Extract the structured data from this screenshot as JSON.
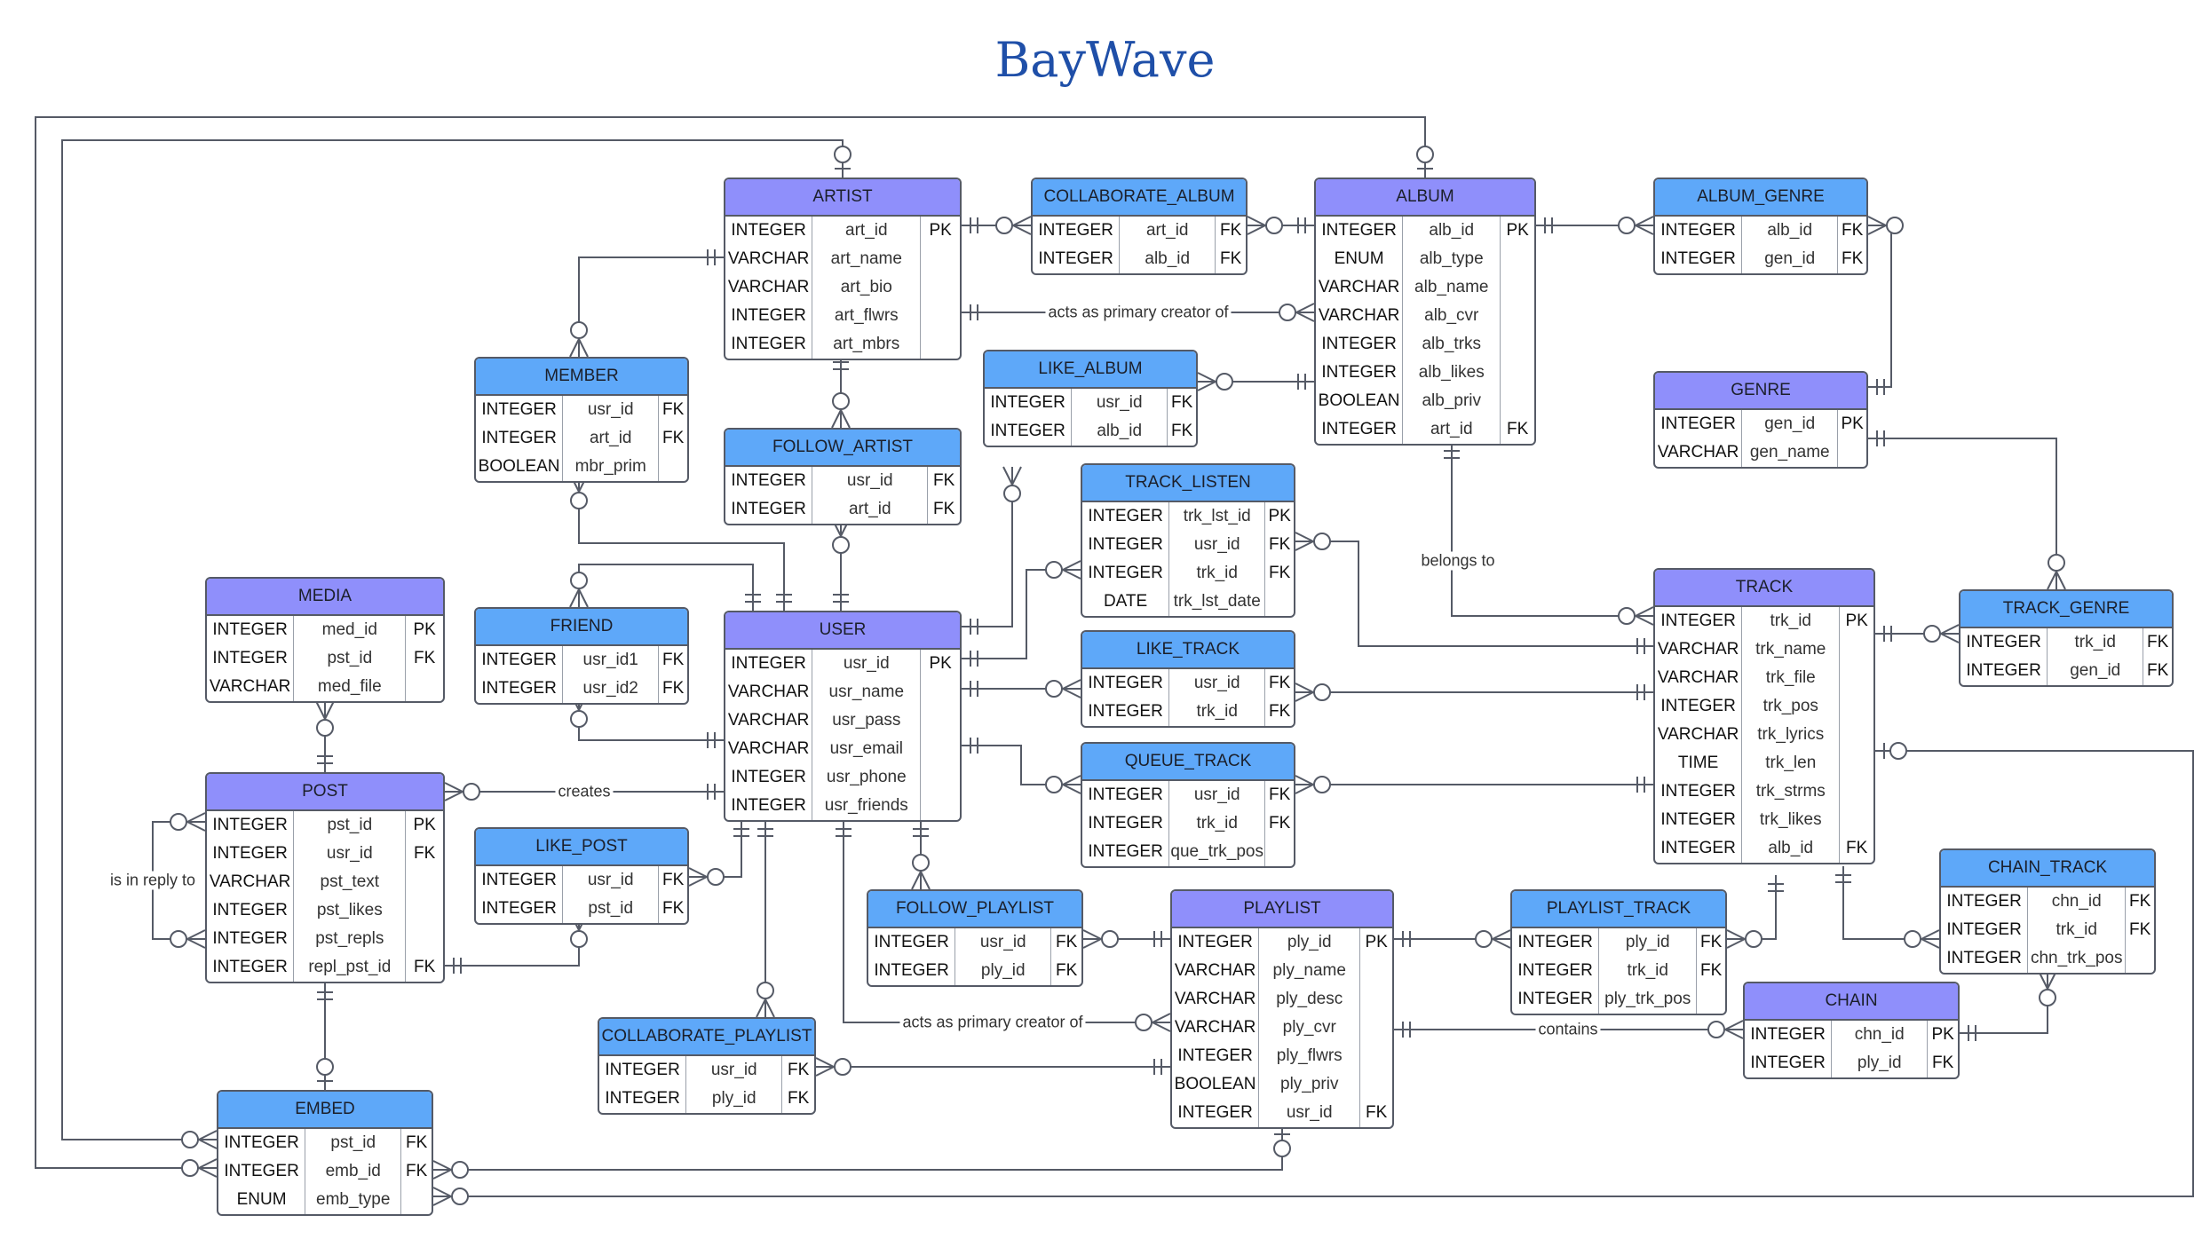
{
  "title": "BayWave",
  "colors": {
    "primary_header": "#8f8ffb",
    "association_header": "#5ea8f9",
    "title": "#1f4fa8",
    "line": "#555a66"
  },
  "entities": {
    "artist": {
      "name": "ARTIST",
      "rows": [
        {
          "type": "INTEGER",
          "name": "art_id",
          "key": "PK"
        },
        {
          "type": "VARCHAR",
          "name": "art_name",
          "key": ""
        },
        {
          "type": "VARCHAR",
          "name": "art_bio",
          "key": ""
        },
        {
          "type": "INTEGER",
          "name": "art_flwrs",
          "key": ""
        },
        {
          "type": "INTEGER",
          "name": "art_mbrs",
          "key": ""
        }
      ]
    },
    "collaborate_album": {
      "name": "COLLABORATE_ALBUM",
      "rows": [
        {
          "type": "INTEGER",
          "name": "art_id",
          "key": "FK"
        },
        {
          "type": "INTEGER",
          "name": "alb_id",
          "key": "FK"
        }
      ]
    },
    "album": {
      "name": "ALBUM",
      "rows": [
        {
          "type": "INTEGER",
          "name": "alb_id",
          "key": "PK"
        },
        {
          "type": "ENUM",
          "name": "alb_type",
          "key": ""
        },
        {
          "type": "VARCHAR",
          "name": "alb_name",
          "key": ""
        },
        {
          "type": "VARCHAR",
          "name": "alb_cvr",
          "key": ""
        },
        {
          "type": "INTEGER",
          "name": "alb_trks",
          "key": ""
        },
        {
          "type": "INTEGER",
          "name": "alb_likes",
          "key": ""
        },
        {
          "type": "BOOLEAN",
          "name": "alb_priv",
          "key": ""
        },
        {
          "type": "INTEGER",
          "name": "art_id",
          "key": "FK"
        }
      ]
    },
    "album_genre": {
      "name": "ALBUM_GENRE",
      "rows": [
        {
          "type": "INTEGER",
          "name": "alb_id",
          "key": "FK"
        },
        {
          "type": "INTEGER",
          "name": "gen_id",
          "key": "FK"
        }
      ]
    },
    "genre": {
      "name": "GENRE",
      "rows": [
        {
          "type": "INTEGER",
          "name": "gen_id",
          "key": "PK"
        },
        {
          "type": "VARCHAR",
          "name": "gen_name",
          "key": ""
        }
      ]
    },
    "member": {
      "name": "MEMBER",
      "rows": [
        {
          "type": "INTEGER",
          "name": "usr_id",
          "key": "FK"
        },
        {
          "type": "INTEGER",
          "name": "art_id",
          "key": "FK"
        },
        {
          "type": "BOOLEAN",
          "name": "mbr_prim",
          "key": ""
        }
      ]
    },
    "like_album": {
      "name": "LIKE_ALBUM",
      "rows": [
        {
          "type": "INTEGER",
          "name": "usr_id",
          "key": "FK"
        },
        {
          "type": "INTEGER",
          "name": "alb_id",
          "key": "FK"
        }
      ]
    },
    "follow_artist": {
      "name": "FOLLOW_ARTIST",
      "rows": [
        {
          "type": "INTEGER",
          "name": "usr_id",
          "key": "FK"
        },
        {
          "type": "INTEGER",
          "name": "art_id",
          "key": "FK"
        }
      ]
    },
    "track_listen": {
      "name": "TRACK_LISTEN",
      "rows": [
        {
          "type": "INTEGER",
          "name": "trk_lst_id",
          "key": "PK"
        },
        {
          "type": "INTEGER",
          "name": "usr_id",
          "key": "FK"
        },
        {
          "type": "INTEGER",
          "name": "trk_id",
          "key": "FK"
        },
        {
          "type": "DATE",
          "name": "trk_lst_date",
          "key": ""
        }
      ]
    },
    "track": {
      "name": "TRACK",
      "rows": [
        {
          "type": "INTEGER",
          "name": "trk_id",
          "key": "PK"
        },
        {
          "type": "VARCHAR",
          "name": "trk_name",
          "key": ""
        },
        {
          "type": "VARCHAR",
          "name": "trk_file",
          "key": ""
        },
        {
          "type": "INTEGER",
          "name": "trk_pos",
          "key": ""
        },
        {
          "type": "VARCHAR",
          "name": "trk_lyrics",
          "key": ""
        },
        {
          "type": "TIME",
          "name": "trk_len",
          "key": ""
        },
        {
          "type": "INTEGER",
          "name": "trk_strms",
          "key": ""
        },
        {
          "type": "INTEGER",
          "name": "trk_likes",
          "key": ""
        },
        {
          "type": "INTEGER",
          "name": "alb_id",
          "key": "FK"
        }
      ]
    },
    "track_genre": {
      "name": "TRACK_GENRE",
      "rows": [
        {
          "type": "INTEGER",
          "name": "trk_id",
          "key": "FK"
        },
        {
          "type": "INTEGER",
          "name": "gen_id",
          "key": "FK"
        }
      ]
    },
    "media": {
      "name": "MEDIA",
      "rows": [
        {
          "type": "INTEGER",
          "name": "med_id",
          "key": "PK"
        },
        {
          "type": "INTEGER",
          "name": "pst_id",
          "key": "FK"
        },
        {
          "type": "VARCHAR",
          "name": "med_file",
          "key": ""
        }
      ]
    },
    "friend": {
      "name": "FRIEND",
      "rows": [
        {
          "type": "INTEGER",
          "name": "usr_id1",
          "key": "FK"
        },
        {
          "type": "INTEGER",
          "name": "usr_id2",
          "key": "FK"
        }
      ]
    },
    "user": {
      "name": "USER",
      "rows": [
        {
          "type": "INTEGER",
          "name": "usr_id",
          "key": "PK"
        },
        {
          "type": "VARCHAR",
          "name": "usr_name",
          "key": ""
        },
        {
          "type": "VARCHAR",
          "name": "usr_pass",
          "key": ""
        },
        {
          "type": "VARCHAR",
          "name": "usr_email",
          "key": ""
        },
        {
          "type": "INTEGER",
          "name": "usr_phone",
          "key": ""
        },
        {
          "type": "INTEGER",
          "name": "usr_friends",
          "key": ""
        }
      ]
    },
    "like_track": {
      "name": "LIKE_TRACK",
      "rows": [
        {
          "type": "INTEGER",
          "name": "usr_id",
          "key": "FK"
        },
        {
          "type": "INTEGER",
          "name": "trk_id",
          "key": "FK"
        }
      ]
    },
    "queue_track": {
      "name": "QUEUE_TRACK",
      "rows": [
        {
          "type": "INTEGER",
          "name": "usr_id",
          "key": "FK"
        },
        {
          "type": "INTEGER",
          "name": "trk_id",
          "key": "FK"
        },
        {
          "type": "INTEGER",
          "name": "que_trk_pos",
          "key": ""
        }
      ]
    },
    "post": {
      "name": "POST",
      "rows": [
        {
          "type": "INTEGER",
          "name": "pst_id",
          "key": "PK"
        },
        {
          "type": "INTEGER",
          "name": "usr_id",
          "key": "FK"
        },
        {
          "type": "VARCHAR",
          "name": "pst_text",
          "key": ""
        },
        {
          "type": "INTEGER",
          "name": "pst_likes",
          "key": ""
        },
        {
          "type": "INTEGER",
          "name": "pst_repls",
          "key": ""
        },
        {
          "type": "INTEGER",
          "name": "repl_pst_id",
          "key": "FK"
        }
      ]
    },
    "like_post": {
      "name": "LIKE_POST",
      "rows": [
        {
          "type": "INTEGER",
          "name": "usr_id",
          "key": "FK"
        },
        {
          "type": "INTEGER",
          "name": "pst_id",
          "key": "FK"
        }
      ]
    },
    "follow_playlist": {
      "name": "FOLLOW_PLAYLIST",
      "rows": [
        {
          "type": "INTEGER",
          "name": "usr_id",
          "key": "FK"
        },
        {
          "type": "INTEGER",
          "name": "ply_id",
          "key": "FK"
        }
      ]
    },
    "playlist": {
      "name": "PLAYLIST",
      "rows": [
        {
          "type": "INTEGER",
          "name": "ply_id",
          "key": "PK"
        },
        {
          "type": "VARCHAR",
          "name": "ply_name",
          "key": ""
        },
        {
          "type": "VARCHAR",
          "name": "ply_desc",
          "key": ""
        },
        {
          "type": "VARCHAR",
          "name": "ply_cvr",
          "key": ""
        },
        {
          "type": "INTEGER",
          "name": "ply_flwrs",
          "key": ""
        },
        {
          "type": "BOOLEAN",
          "name": "ply_priv",
          "key": ""
        },
        {
          "type": "INTEGER",
          "name": "usr_id",
          "key": "FK"
        }
      ]
    },
    "playlist_track": {
      "name": "PLAYLIST_TRACK",
      "rows": [
        {
          "type": "INTEGER",
          "name": "ply_id",
          "key": "FK"
        },
        {
          "type": "INTEGER",
          "name": "trk_id",
          "key": "FK"
        },
        {
          "type": "INTEGER",
          "name": "ply_trk_pos",
          "key": ""
        }
      ]
    },
    "chain_track": {
      "name": "CHAIN_TRACK",
      "rows": [
        {
          "type": "INTEGER",
          "name": "chn_id",
          "key": "FK"
        },
        {
          "type": "INTEGER",
          "name": "trk_id",
          "key": "FK"
        },
        {
          "type": "INTEGER",
          "name": "chn_trk_pos",
          "key": ""
        }
      ]
    },
    "chain": {
      "name": "CHAIN",
      "rows": [
        {
          "type": "INTEGER",
          "name": "chn_id",
          "key": "PK"
        },
        {
          "type": "INTEGER",
          "name": "ply_id",
          "key": "FK"
        }
      ]
    },
    "collaborate_playlist": {
      "name": "COLLABORATE_PLAYLIST",
      "rows": [
        {
          "type": "INTEGER",
          "name": "usr_id",
          "key": "FK"
        },
        {
          "type": "INTEGER",
          "name": "ply_id",
          "key": "FK"
        }
      ]
    },
    "embed": {
      "name": "EMBED",
      "rows": [
        {
          "type": "INTEGER",
          "name": "pst_id",
          "key": "FK"
        },
        {
          "type": "INTEGER",
          "name": "emb_id",
          "key": "FK"
        },
        {
          "type": "ENUM",
          "name": "emb_type",
          "key": ""
        }
      ]
    }
  },
  "relationships": {
    "artist_creates_album": "acts as primary creator of",
    "album_has_track": "belongs to",
    "user_creates_post": "creates",
    "post_reply": "is in reply to",
    "user_creates_playlist": "acts as primary creator of",
    "playlist_contains_chain": "contains"
  }
}
